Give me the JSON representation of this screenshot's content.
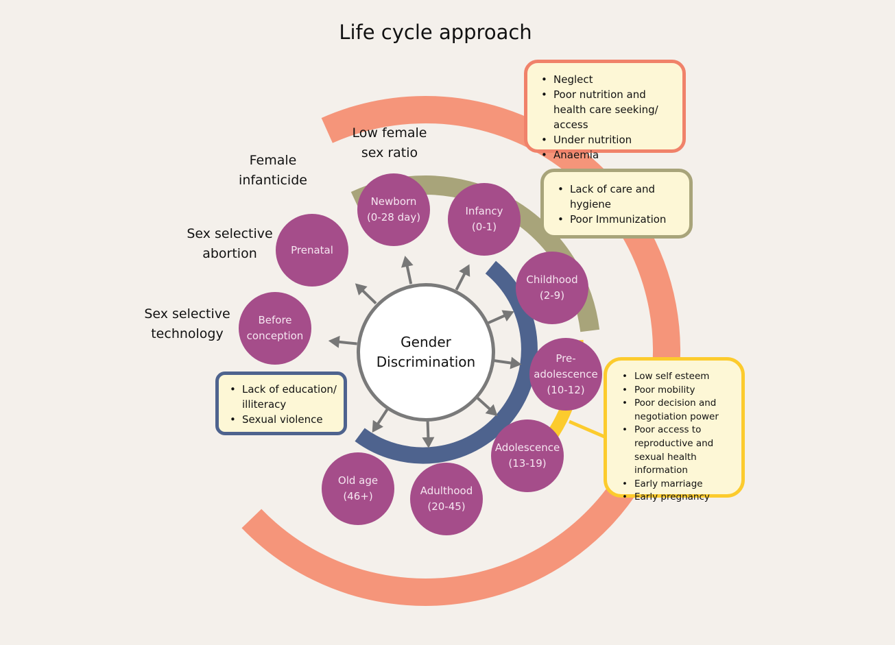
{
  "title": "Life cycle approach",
  "center": {
    "line1": "Gender",
    "line2": "Discrimination"
  },
  "outcomes": [
    {
      "id": "low-female-sex-ratio",
      "text": "Low female\nsex ratio"
    },
    {
      "id": "female-infanticide",
      "text": "Female\ninfanticide"
    },
    {
      "id": "sex-selective-abortion",
      "text": "Sex selective\nabortion"
    },
    {
      "id": "sex-selective-technology",
      "text": "Sex selective\ntechnology"
    }
  ],
  "stages": [
    {
      "id": "before-conception",
      "line1": "Before",
      "line2": "conception",
      "line3": ""
    },
    {
      "id": "prenatal",
      "line1": "Prenatal",
      "line2": "",
      "line3": ""
    },
    {
      "id": "newborn",
      "line1": "Newborn",
      "line2": "(0-28 day)",
      "line3": ""
    },
    {
      "id": "infancy",
      "line1": "Infancy",
      "line2": "(0-1)",
      "line3": ""
    },
    {
      "id": "childhood",
      "line1": "Childhood",
      "line2": "(2-9)",
      "line3": ""
    },
    {
      "id": "pre-adolescence",
      "line1": "Pre-",
      "line2": "adolescence",
      "line3": "(10-12)"
    },
    {
      "id": "adolescence",
      "line1": "Adolescence",
      "line2": "(13-19)",
      "line3": ""
    },
    {
      "id": "adulthood",
      "line1": "Adulthood",
      "line2": "(20-45)",
      "line3": ""
    },
    {
      "id": "old-age",
      "line1": "Old age",
      "line2": "(46+)",
      "line3": ""
    }
  ],
  "boxes": {
    "salmon": {
      "color": "#f0826a",
      "items": [
        "Neglect",
        "Poor nutrition and health care seeking/ access",
        "Under nutrition",
        "Anaemia"
      ]
    },
    "olive": {
      "color": "#a8a47a",
      "items": [
        "Lack of care and hygiene",
        "Poor Immunization"
      ]
    },
    "yellow": {
      "color": "#fccb2d",
      "items": [
        "Low self esteem",
        "Poor mobility",
        "Poor decision and negotiation power",
        "Poor access to reproductive and sexual health information",
        "Early marriage",
        "Early pregnancy"
      ]
    },
    "blue": {
      "color": "#4e638e",
      "items": [
        "Lack of education/ illiteracy",
        "Sexual violence"
      ]
    }
  },
  "colors": {
    "background": "#f4f0eb",
    "stage_fill": "#a54d8a",
    "salmon_arc": "#f5957a",
    "olive_arc": "#a8a47a",
    "yellow_arc": "#fccb2d",
    "blue_arc": "#4e638e",
    "arrow": "#777777",
    "box_fill": "#fdf7d6"
  }
}
